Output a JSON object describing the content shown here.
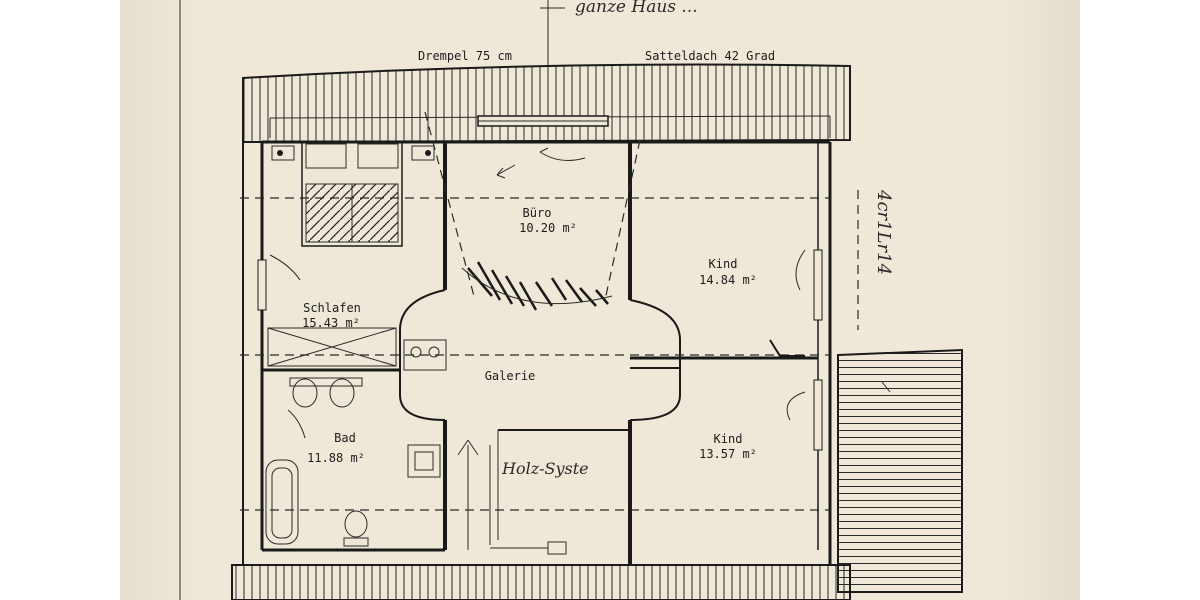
{
  "header": {
    "handwritten_top": "ganze Haus ...",
    "kneewall_label": "Drempel 75 cm",
    "roof_label": "Satteldach 42 Grad"
  },
  "rooms": [
    {
      "id": "office",
      "name": "Büro",
      "area": "10.20 m²"
    },
    {
      "id": "child1",
      "name": "Kind",
      "area": "14.84 m²"
    },
    {
      "id": "bedroom",
      "name": "Schlafen",
      "area": "15.43 m²"
    },
    {
      "id": "gallery",
      "name": "Galerie",
      "area": ""
    },
    {
      "id": "bath",
      "name": "Bad",
      "area": "11.88 m²"
    },
    {
      "id": "child2",
      "name": "Kind",
      "area": "13.57 m²"
    }
  ],
  "annotations": {
    "wood_system": "Holz-Syste",
    "side_note": "4cr1Lr14"
  }
}
